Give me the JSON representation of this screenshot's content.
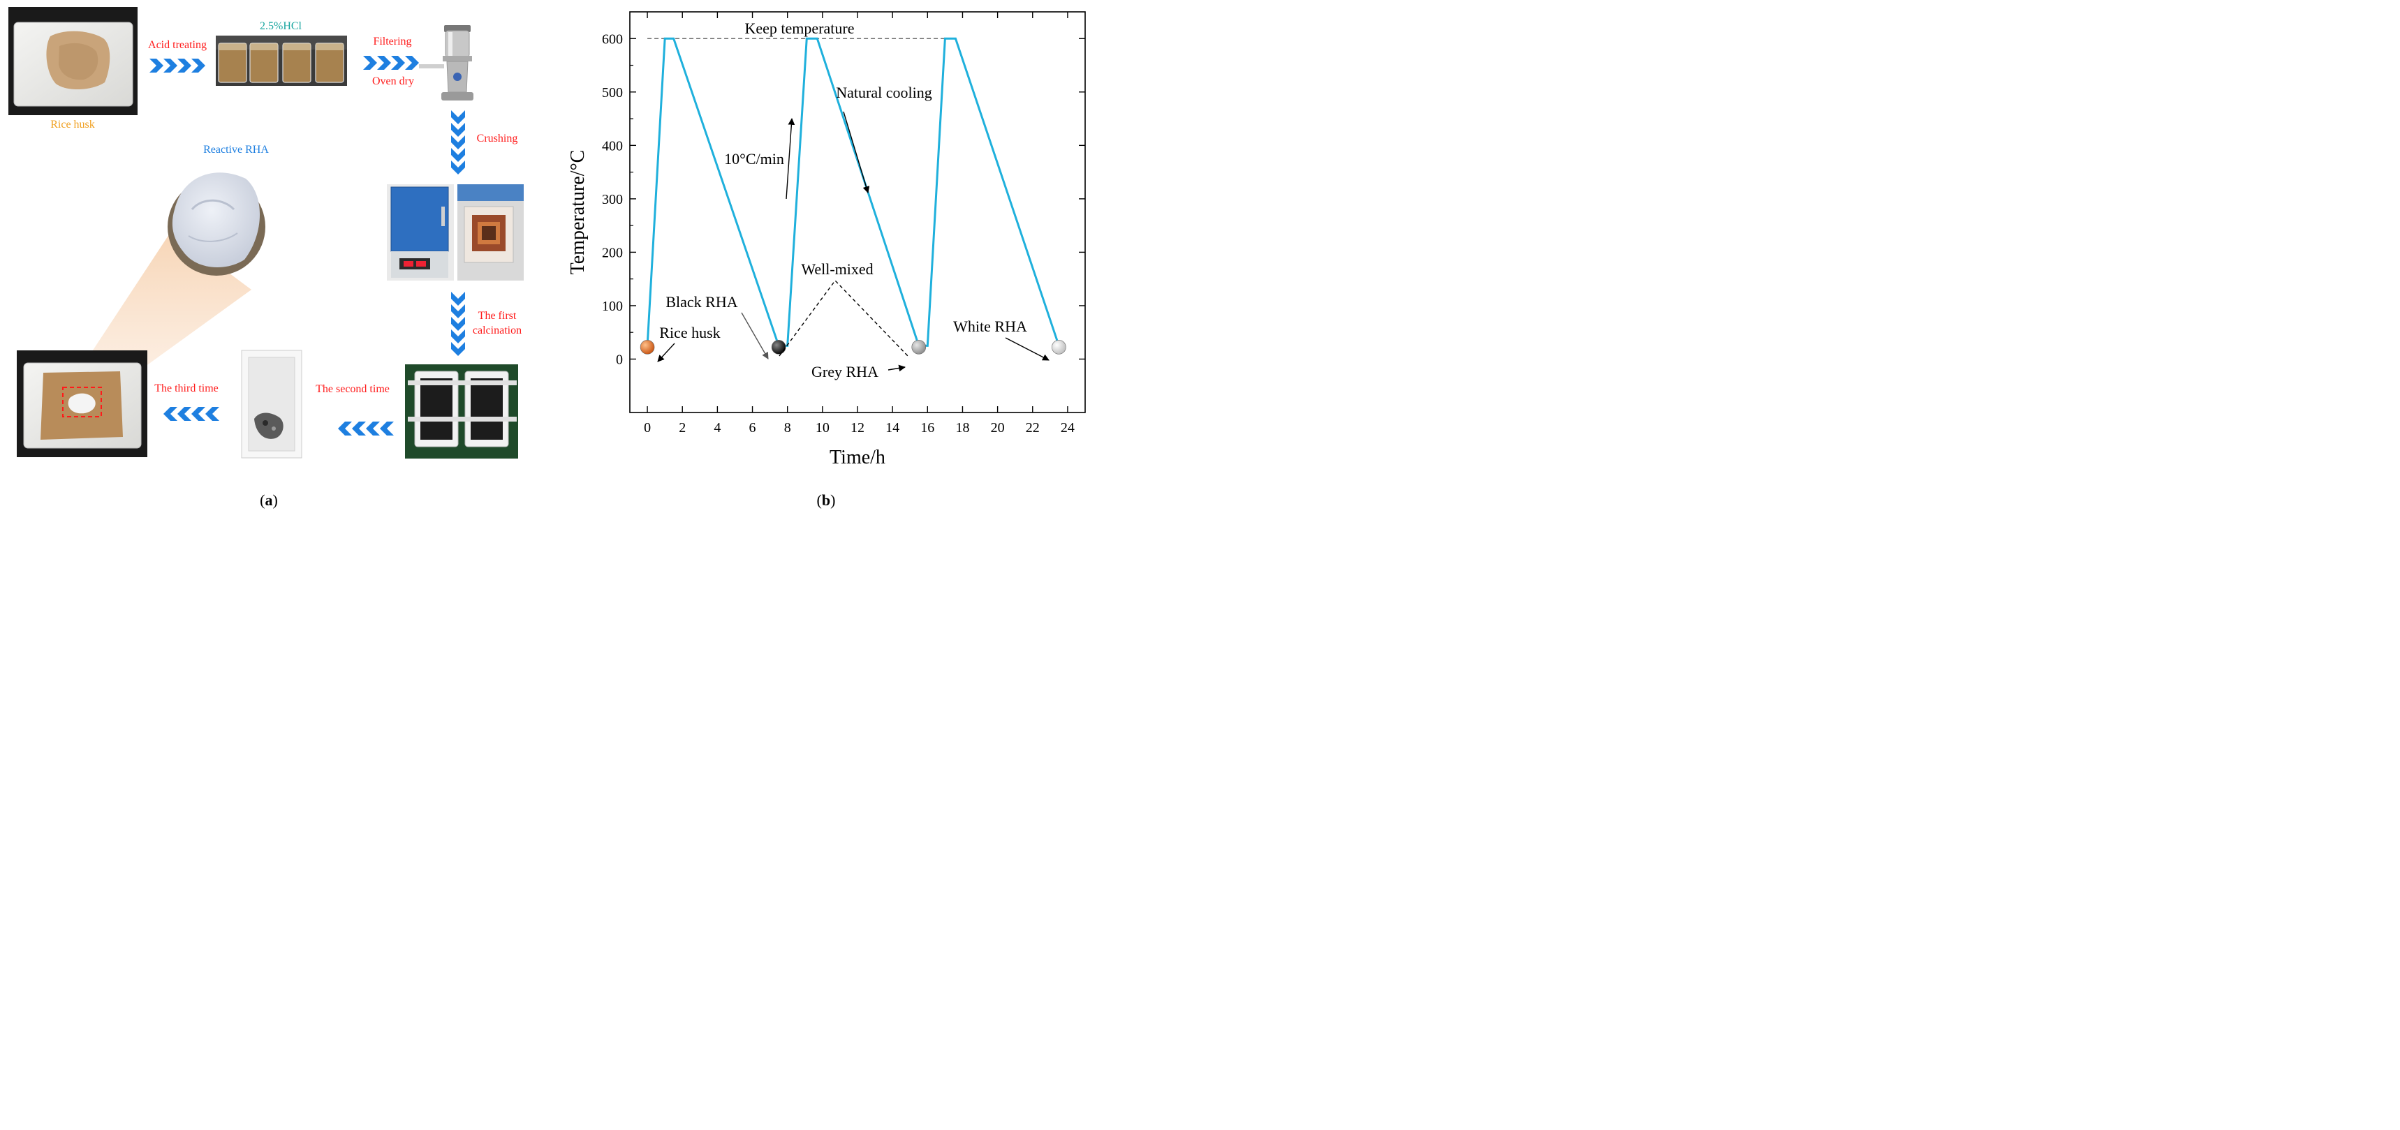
{
  "colors": {
    "process_label": "#ff1a1a",
    "arrow_blue": "#1e7fe0",
    "hcl_label": "#1aa6a0",
    "rice_husk_label": "#f0a020",
    "reactive_label": "#1e7fe0",
    "profile_line": "#1fb0dc"
  },
  "panel_a": {
    "caption": "(a)",
    "rice_husk_label": "Rice husk",
    "acid_label": "Acid treating",
    "hcl_label": "2.5%HCl",
    "filtering_label": "Filtering",
    "oven_dry_label": "Oven dry",
    "crushing_label": "Crushing",
    "first_calc_line1": "The first",
    "first_calc_line2": "calcination",
    "second_time_label": "The second time",
    "third_time_label": "The third time",
    "reactive_label": "Reactive RHA"
  },
  "panel_b": {
    "caption": "(b)",
    "keep_temp": "Keep temperature",
    "natural_cooling": "Natural cooling",
    "heating_rate": "10°C/min",
    "well_mixed": "Well-mixed",
    "rice_husk": "Rice husk",
    "black_rha": "Black RHA",
    "grey_rha": "Grey RHA",
    "white_rha": "White RHA"
  },
  "chart_data": {
    "type": "line",
    "xlabel": "Time/h",
    "ylabel": "Temperature/°C",
    "xlim": [
      -1,
      25
    ],
    "ylim": [
      -100,
      650
    ],
    "x_ticks": [
      0,
      2,
      4,
      6,
      8,
      10,
      12,
      14,
      16,
      18,
      20,
      22,
      24
    ],
    "y_ticks": [
      0,
      100,
      200,
      300,
      400,
      500,
      600
    ],
    "hold_line_y": 600,
    "series": [
      {
        "x": [
          0,
          1.0,
          1.5,
          7.5,
          8.0,
          9.1,
          9.7,
          15.5,
          16.0,
          17.0,
          17.6,
          23.5
        ],
        "y": [
          25,
          600,
          600,
          25,
          25,
          600,
          600,
          25,
          25,
          600,
          600,
          25
        ]
      }
    ],
    "markers": [
      {
        "name": "Rice husk",
        "x": 0,
        "y": 25,
        "color": "#d9661c"
      },
      {
        "name": "Black RHA",
        "x": 7.5,
        "y": 25,
        "color": "#111111"
      },
      {
        "name": "Grey RHA",
        "x": 15.5,
        "y": 25,
        "color": "#9a9a9a"
      },
      {
        "name": "White RHA",
        "x": 23.5,
        "y": 25,
        "color": "#dcdcdc"
      }
    ]
  }
}
